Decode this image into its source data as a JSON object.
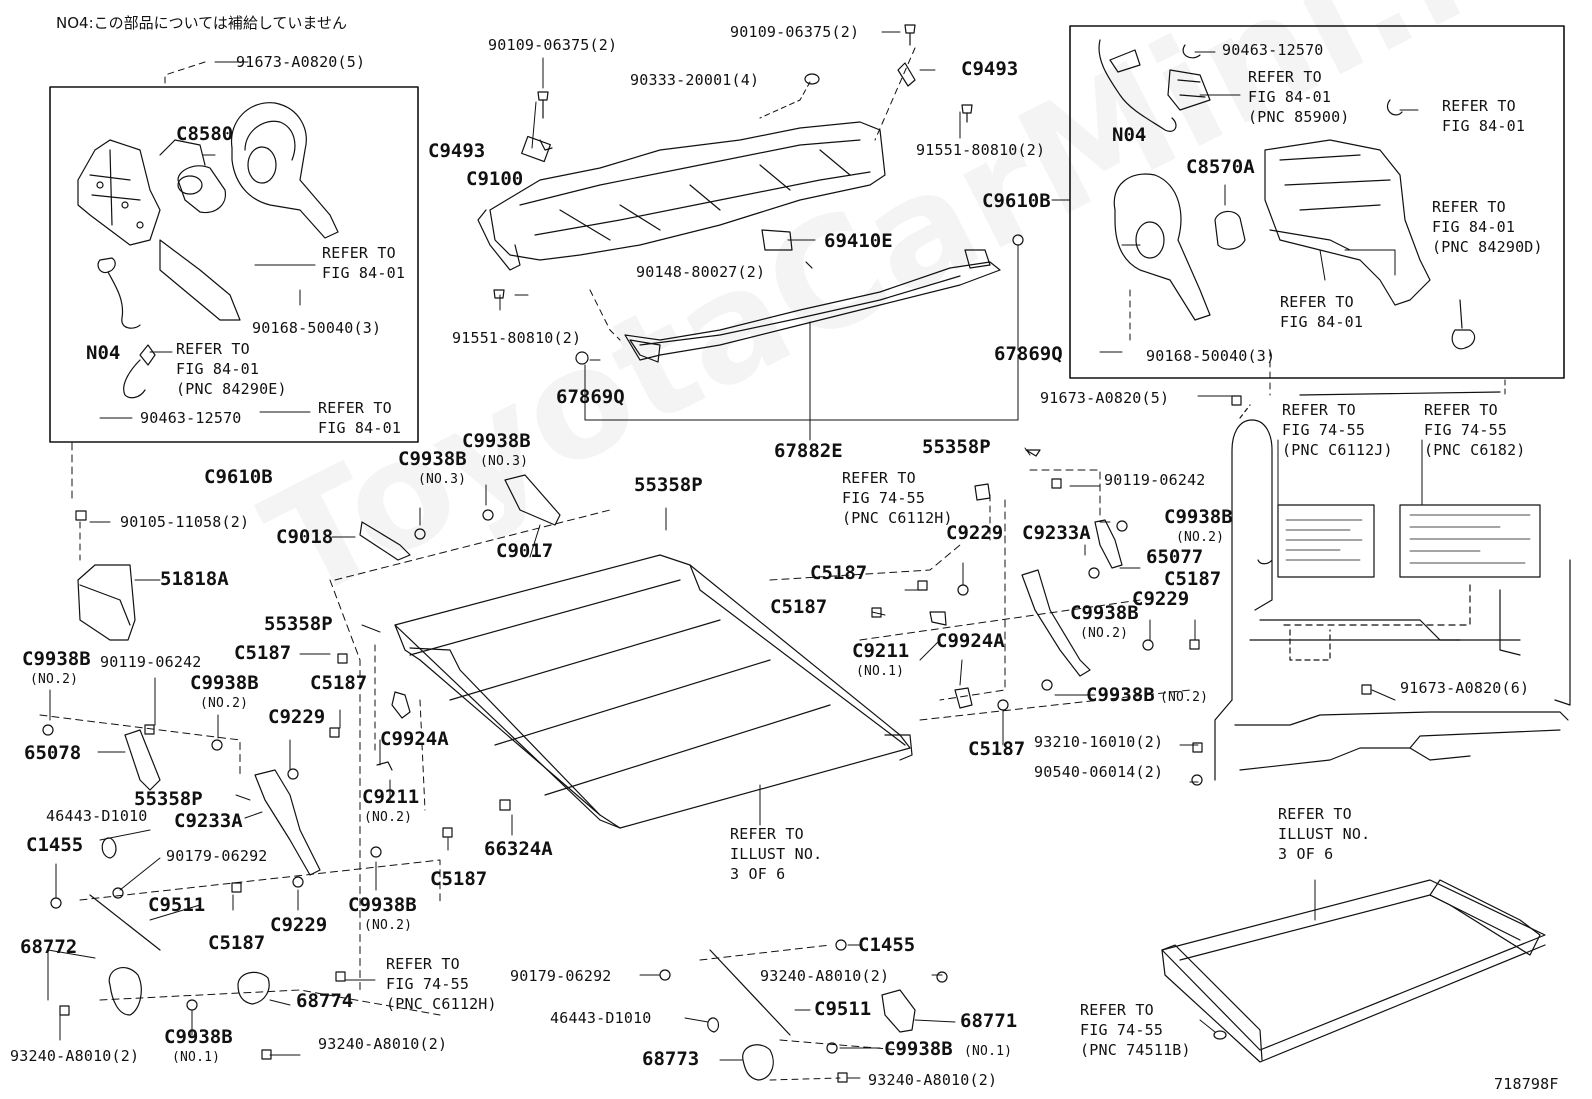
{
  "page": {
    "note": "NO4:この部品については補給していません",
    "watermark": "ToyotaCarMini.ru",
    "figure_number": "718798F"
  },
  "labels": {
    "l01": "91673-A0820(5)",
    "l02": "C8580",
    "l03": "REFER TO\nFIG 84-01",
    "l04": "90168-50040(3)",
    "l05": "N04",
    "l06": "REFER TO\nFIG 84-01\n(PNC 84290E)",
    "l07": "90463-12570",
    "l08": "REFER TO\nFIG 84-01",
    "l09": "C9610B",
    "l10": "90109-06375(2)",
    "l11": "90333-20001(4)",
    "l12": "C9493",
    "l13": "C9100",
    "l14": "91551-80810(2)",
    "l15": "69410E",
    "l16": "90148-80027(2)",
    "l17": "91551-80810(2)",
    "l18": "67869Q",
    "l19": "67869Q",
    "l20": "67882E",
    "l21": "90109-06375(2)",
    "l22": "C9493",
    "l23": "C9610B",
    "l24": "90463-12570",
    "l25": "REFER TO\nFIG 84-01\n(PNC 85900)",
    "l26": "N04",
    "l27": "REFER TO\nFIG 84-01",
    "l28": "C8570A",
    "l29": "REFER TO\nFIG 84-01\n(PNC 84290D)",
    "l30": "REFER TO\nFIG 84-01",
    "l31": "90168-50040(3)",
    "l32": "91673-A0820(5)",
    "l33": "REFER TO\nFIG 74-55\n(PNC C6112J)",
    "l34": "REFER TO\nFIG 74-55\n(PNC C6182)",
    "l35": "90105-11058(2)",
    "l36": "51818A",
    "l37": "C9938B",
    "l38": "(NO.3)",
    "l39": "C9938B",
    "l40": "(NO.3)",
    "l41": "C9018",
    "l42": "C9017",
    "l43": "55358P",
    "l44": "55358P",
    "l45": "55358P",
    "l46": "REFER TO\nFIG 74-55\n(PNC C6112H)",
    "l47": "90119-06242",
    "l48": "C9938B",
    "l49": "(NO.2)",
    "l50": "C9229",
    "l51": "C9233A",
    "l52": "65077",
    "l53": "C5187",
    "l54": "C5187",
    "l55": "C5187",
    "l56": "C9229",
    "l57": "C9938B",
    "l58": "(NO.2)",
    "l59": "C9211",
    "l60": "(NO.1)",
    "l61": "C9924A",
    "l62": "C9938B",
    "l63": "(NO.2)",
    "l64": "91673-A0820(6)",
    "l65": "93210-16010(2)",
    "l66": "C5187",
    "l67": "90540-06014(2)",
    "l68": "REFER TO\nILLUST NO.\n3 OF 6",
    "l69": "REFER TO\nFIG 74-55\n(PNC 74511B)",
    "l70": "C9938B",
    "l71": "(NO.2)",
    "l72": "90119-06242",
    "l73": "C9938B",
    "l74": "(NO.2)",
    "l75": "65078",
    "l76": "C5187",
    "l77": "C5187",
    "l78": "C9229",
    "l79": "C9924A",
    "l80": "C9211",
    "l81": "(NO.2)",
    "l82": "55358P",
    "l83": "C9233A",
    "l84": "46443-D1010",
    "l85": "C1455",
    "l86": "90179-06292",
    "l87": "C9511",
    "l88": "C5187",
    "l89": "66324A",
    "l90": "REFER TO\nILLUST NO.\n3 OF 6",
    "l91": "C9229",
    "l92": "C9938B",
    "l93": "(NO.2)",
    "l94": "C5187",
    "l95": "68772",
    "l96": "REFER TO\nFIG 74-55\n(PNC C6112H)",
    "l97": "68774",
    "l98": "C9938B",
    "l99": "(NO.1)",
    "l100": "93240-A8010(2)",
    "l101": "93240-A8010(2)",
    "l102": "C1455",
    "l103": "90179-06292",
    "l104": "93240-A8010(2)",
    "l105": "46443-D1010",
    "l106": "C9511",
    "l107": "68771",
    "l108": "68773",
    "l109": "C9938B",
    "l110": "(NO.1)",
    "l111": "93240-A8010(2)"
  }
}
